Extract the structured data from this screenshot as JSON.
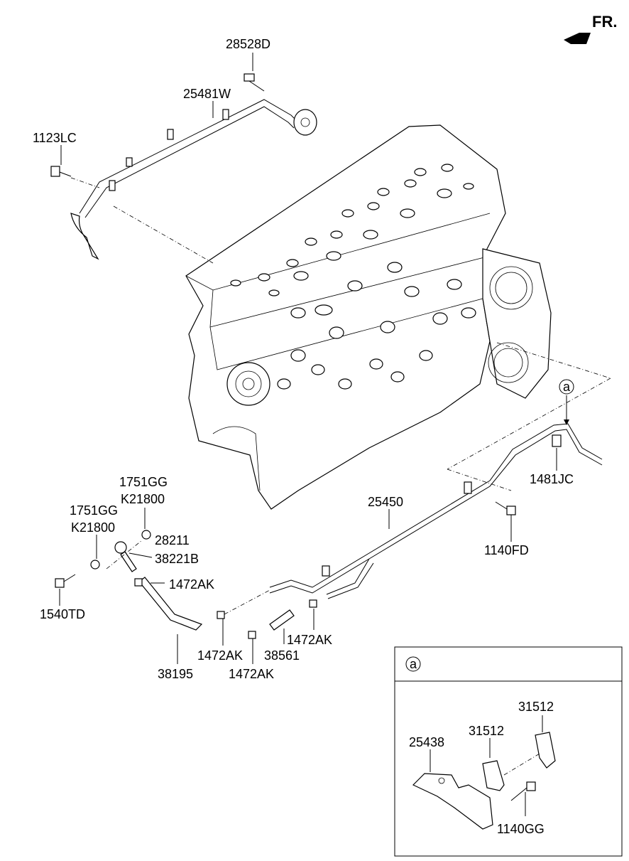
{
  "orientation": {
    "label": "FR."
  },
  "callout_marker": "a",
  "labels": {
    "p28528D": "28528D",
    "p25481W": "25481W",
    "p1123LC": "1123LC",
    "p1751GG_a": "1751GG",
    "pK21800_a": "K21800",
    "p1751GG_b": "1751GG",
    "pK21800_b": "K21800",
    "p28211": "28211",
    "p38221B": "38221B",
    "p1472AK_a": "1472AK",
    "p1540TD": "1540TD",
    "p25450": "25450",
    "p1140FD": "1140FD",
    "p1481JC": "1481JC",
    "p1472AK_b": "1472AK",
    "p1472AK_c": "1472AK",
    "p1472AK_d": "1472AK",
    "p38561": "38561",
    "p38195": "38195"
  },
  "detail": {
    "marker": "a",
    "labels": {
      "p31512_a": "31512",
      "p31512_b": "31512",
      "p25438": "25438",
      "p1140GG": "1140GG"
    }
  }
}
